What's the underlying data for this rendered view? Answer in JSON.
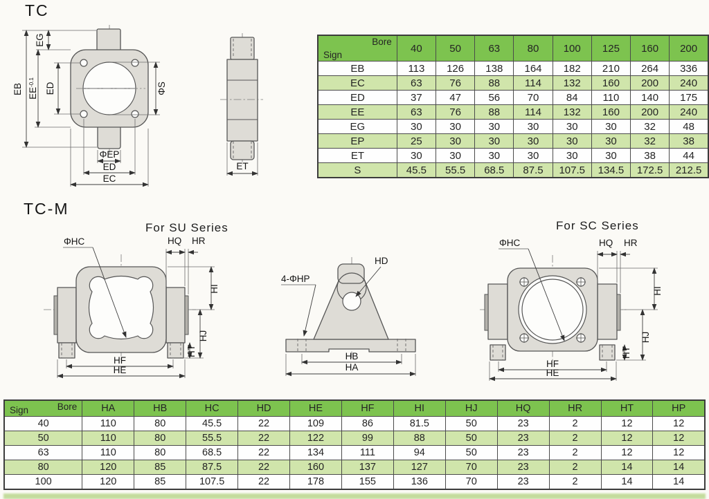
{
  "titles": {
    "tc": "TC",
    "tcm": "TC-M",
    "su_caption": "For SU Series",
    "sc_caption": "For SC Series"
  },
  "colors": {
    "header_green": "#7dc34f",
    "row_green": "#d0e5ab",
    "row_white": "#fefefe",
    "table_border": "#3b3b3b",
    "drawing_fill": "#dedcd6"
  },
  "dim_labels": {
    "tc_front": {
      "eb": "EB",
      "eg": "EG",
      "ee": "EE",
      "ee_tol": "-0.1",
      "ed_left": "ED",
      "phi_s": "ΦS",
      "phi_ep": "ΦEP",
      "ed_bottom": "ED",
      "ec": "EC"
    },
    "tc_side": {
      "et": "ET"
    },
    "su": {
      "phc": "ΦHC",
      "hq": "HQ",
      "hr": "HR",
      "hi": "HI",
      "hj": "HJ",
      "ht": "HT",
      "hf": "HF",
      "he": "HE"
    },
    "trunnion": {
      "php": "4-ΦHP",
      "hd": "HD",
      "hb": "HB",
      "ha": "HA"
    },
    "sc": {
      "phc": "ΦHC",
      "hq": "HQ",
      "hr": "HR",
      "hi": "HI",
      "hj": "HJ",
      "ht": "HT",
      "hf": "HF",
      "he": "HE"
    }
  },
  "tc_table": {
    "corner_top": "Bore",
    "corner_bottom": "Sign",
    "columns": [
      "40",
      "50",
      "63",
      "80",
      "100",
      "125",
      "160",
      "200"
    ],
    "rows": [
      {
        "sign": "EB",
        "values": [
          "113",
          "126",
          "138",
          "164",
          "182",
          "210",
          "264",
          "336"
        ]
      },
      {
        "sign": "EC",
        "values": [
          "63",
          "76",
          "88",
          "114",
          "132",
          "160",
          "200",
          "240"
        ]
      },
      {
        "sign": "ED",
        "values": [
          "37",
          "47",
          "56",
          "70",
          "84",
          "110",
          "140",
          "175"
        ]
      },
      {
        "sign": "EE",
        "values": [
          "63",
          "76",
          "88",
          "114",
          "132",
          "160",
          "200",
          "240"
        ]
      },
      {
        "sign": "EG",
        "values": [
          "30",
          "30",
          "30",
          "30",
          "30",
          "30",
          "32",
          "48"
        ]
      },
      {
        "sign": "EP",
        "values": [
          "25",
          "30",
          "30",
          "30",
          "30",
          "30",
          "32",
          "38"
        ]
      },
      {
        "sign": "ET",
        "values": [
          "30",
          "30",
          "30",
          "30",
          "30",
          "30",
          "38",
          "44"
        ]
      },
      {
        "sign": "S",
        "values": [
          "45.5",
          "55.5",
          "68.5",
          "87.5",
          "107.5",
          "134.5",
          "172.5",
          "212.5"
        ]
      }
    ]
  },
  "tcm_table": {
    "corner_top": "Bore",
    "corner_bottom": "Sign",
    "columns": [
      "HA",
      "HB",
      "HC",
      "HD",
      "HE",
      "HF",
      "HI",
      "HJ",
      "HQ",
      "HR",
      "HT",
      "HP"
    ],
    "rows": [
      {
        "sign": "40",
        "values": [
          "110",
          "80",
          "45.5",
          "22",
          "109",
          "86",
          "81.5",
          "50",
          "23",
          "2",
          "12",
          "12"
        ]
      },
      {
        "sign": "50",
        "values": [
          "110",
          "80",
          "55.5",
          "22",
          "122",
          "99",
          "88",
          "50",
          "23",
          "2",
          "12",
          "12"
        ]
      },
      {
        "sign": "63",
        "values": [
          "110",
          "80",
          "68.5",
          "22",
          "134",
          "111",
          "94",
          "50",
          "23",
          "2",
          "12",
          "12"
        ]
      },
      {
        "sign": "80",
        "values": [
          "120",
          "85",
          "87.5",
          "22",
          "160",
          "137",
          "127",
          "70",
          "23",
          "2",
          "14",
          "14"
        ]
      },
      {
        "sign": "100",
        "values": [
          "120",
          "85",
          "107.5",
          "22",
          "178",
          "155",
          "136",
          "70",
          "23",
          "2",
          "14",
          "14"
        ]
      }
    ]
  }
}
